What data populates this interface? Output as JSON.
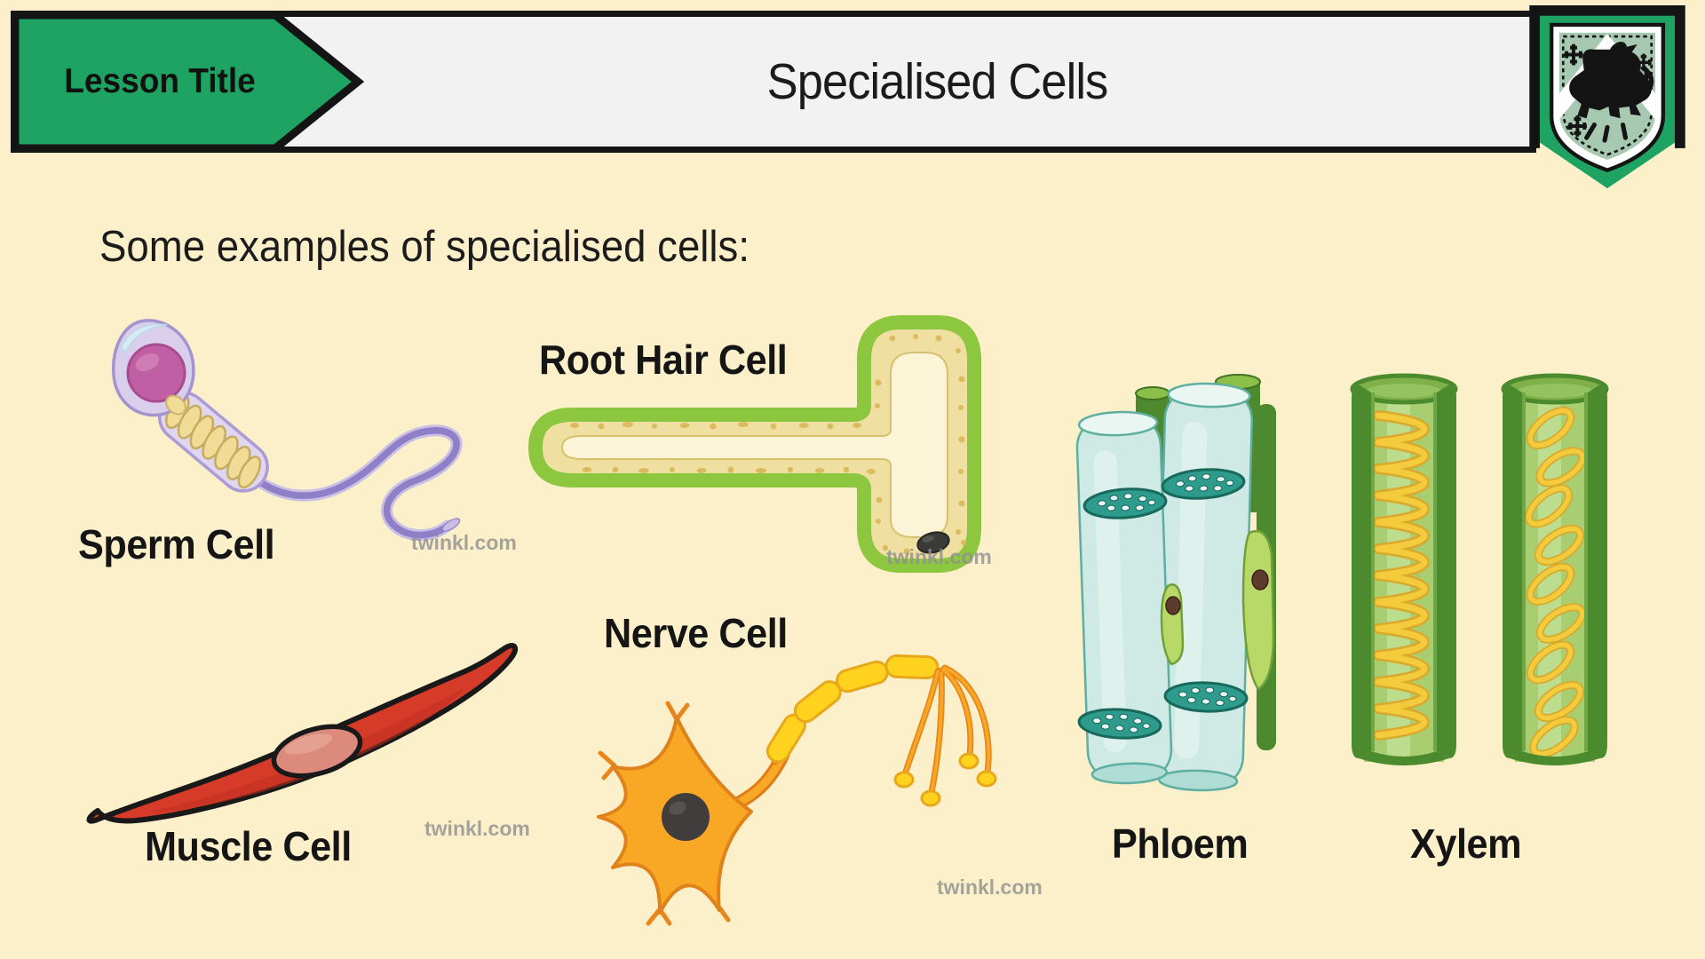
{
  "header": {
    "lesson_tag": "Lesson Title",
    "title": "Specialised Cells"
  },
  "intro": {
    "text": "Some examples of specialised cells:"
  },
  "watermark": {
    "text": "twinkl.com"
  },
  "cells": {
    "sperm": {
      "label": "Sperm Cell"
    },
    "root_hair": {
      "label": "Root Hair Cell"
    },
    "muscle": {
      "label": "Muscle Cell"
    },
    "nerve": {
      "label": "Nerve Cell"
    },
    "phloem": {
      "label": "Phloem"
    },
    "xylem": {
      "label": "Xylem"
    }
  },
  "icons": {
    "crest": "school-crest-lion-shield"
  },
  "colors": {
    "background": "#FBF0CA",
    "banner_green": "#1FA363",
    "header_bar": "#F2F2F2",
    "outline": "#141414",
    "muscle_red": "#D63B2A",
    "nerve_orange": "#F9A826",
    "myelin_yellow": "#FFD21E",
    "root_hair_green": "#8DC63F",
    "phloem_cyan": "#CFEAE4",
    "xylem_green": "#4C8A2E"
  }
}
